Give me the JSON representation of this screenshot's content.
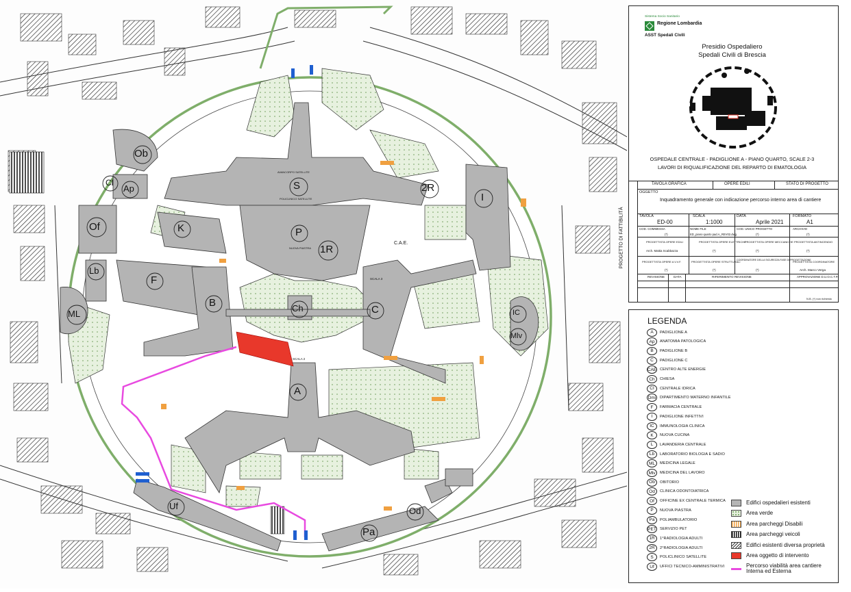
{
  "map_labels": {
    "S": "S",
    "P": "P",
    "R1": "1R",
    "R2": "2R",
    "I": "I",
    "K": "K",
    "F": "F",
    "B": "B",
    "Ch": "Ch",
    "C": "C",
    "A": "A",
    "ML": "ML",
    "Lb": "Lb",
    "Of": "Of",
    "Ob": "Ob",
    "Cl": "Cl",
    "Ap": "Ap",
    "IC": "IC",
    "Mlv": "Mlv",
    "Uf": "Uf",
    "Od": "Od",
    "Pa": "Pa",
    "CAE": "C.A.E.",
    "scala2": "SCALA 2",
    "scala3": "SCALA 3",
    "avancorpo": "AVANCORPO SATELLITE",
    "policlinico": "POLICLINICO SATELLITE",
    "nuova_piastra": "NUOVA PIASTRA"
  },
  "title_block": {
    "org_small": "Sistema Socio Sanitario",
    "org_region": "Regione Lombardia",
    "org_asst": "ASST Spedali Civili",
    "presidio_1": "Presidio Ospedaliero",
    "presidio_2": "Spedali Civili di Brescia",
    "project_1": "OSPEDALE CENTRALE - PADIGLIONE A - PIANO QUARTO, SCALE 2-3",
    "project_2": "LAVORI DI RIQUALIFICAZIONE DEL REPARTO DI EMATOLOGIA",
    "vertical": "PROGETTO DI FATTIBILITÀ",
    "h_tavola": "TAVOLA GRAFICA",
    "h_opere": "OPERE EDILI",
    "h_stato": "STATO DI PROGETTO",
    "oggetto_lab": "OGGETTO",
    "oggetto": "Inquadramento generale con indicazione percorso interno area di cantiere",
    "tavola_lab": "TAVOLA",
    "tavola": "ED-00",
    "scala_lab": "SCALA",
    "scala": "1:1000",
    "data_lab": "DATA",
    "data": "Aprile 2021",
    "formato_lab": "FORMATO",
    "formato": "A1",
    "commessa_lab": "COD. COMMESSA",
    "commessa": "(*)",
    "file_lab": "NOME FILE",
    "file": "ED_piano quarto pad.A_REV02.dwg",
    "codprog_lab": "COD. UNICO PROGETTO",
    "codprog": "(*)",
    "archivio_lab": "ARCHIVIO",
    "archivio": "(*)",
    "p1": "PROGETTISTA OPERE EDILI",
    "p1v": "Arch. Mattia Scabbazza",
    "p2": "PROGETTISTA OPERE ELETTRICHE",
    "p2v": "(*)",
    "p3": "PROGETTISTA OPERE MECCANICHE",
    "p3v": "(*)",
    "p4": "PROGETTISTA ANTINCENDIO",
    "p4v": "(*)",
    "p5": "PROGETTISTA OPERE A V.V.F.",
    "p5v": "(*)",
    "p6": "PROGETTISTA OPERE STRUTTURALI",
    "p6v": "(*)",
    "p7": "COORDINATORE DELLA SICUREZZA FASE DI PROGETTAZIONE",
    "p7v": "(*)",
    "p8": "PROGETTISTA COORDINATORE",
    "p8v": "Arch. Marco Verga",
    "rev": "REVISIONE",
    "rev_data": "DATA",
    "rev_rif": "RIFERIMENTO REVISIONE",
    "approv": "APPROVAZIONE D.U.O.C.T.P.",
    "note": "N.B. (*) non richiesto"
  },
  "legend": {
    "title": "LEGENDA",
    "codes": [
      {
        "code": "A",
        "name": "PADIGLIONE A"
      },
      {
        "code": "Ap",
        "name": "ANATOMIA PATOLOGICA"
      },
      {
        "code": "B",
        "name": "PADIGLIONE B"
      },
      {
        "code": "C",
        "name": "PADIGLIONE C"
      },
      {
        "code": "CAE",
        "name": "CENTRO ALTE ENERGIE"
      },
      {
        "code": "Ch",
        "name": "CHIESA"
      },
      {
        "code": "CI",
        "name": "CENTRALE IDRICA"
      },
      {
        "code": "Dmi",
        "name": "DIPARTIMENTO MATERNO INFANTILE"
      },
      {
        "code": "F",
        "name": "FARMACIA CENTRALE"
      },
      {
        "code": "I",
        "name": "PADIGLIONE INFETTIVI"
      },
      {
        "code": "IC",
        "name": "IMMUNOLOGIA CLINICA"
      },
      {
        "code": "K",
        "name": "NUOVA CUCINA"
      },
      {
        "code": "L",
        "name": "LAVANDERIA CENTRALE"
      },
      {
        "code": "Lb",
        "name": "LABORATORIO BIOLOGIA E SADIO"
      },
      {
        "code": "ML",
        "name": "MEDICINA LEGALE"
      },
      {
        "code": "Mlv",
        "name": "MEDICINA DEL LAVORO"
      },
      {
        "code": "Ob",
        "name": "OBITORIO"
      },
      {
        "code": "Od",
        "name": "CLINICA ODONTOIATRICA"
      },
      {
        "code": "Of",
        "name": "OFFICINE EX CENTRALE TERMICA"
      },
      {
        "code": "P",
        "name": "NUOVA PIASTRA"
      },
      {
        "code": "Pa",
        "name": "POLIAMBULATORIO"
      },
      {
        "code": "PET",
        "name": "SERVIZIO PET"
      },
      {
        "code": "1R",
        "name": "1°RADIOLOGIA ADULTI"
      },
      {
        "code": "2R",
        "name": "2°RADIOLOGIA ADULTI"
      },
      {
        "code": "S",
        "name": "POLICLINICO SATELLITE"
      },
      {
        "code": "Uf",
        "name": "UFFICI TECNICO-AMMINISTRATIVI"
      }
    ],
    "symbols": [
      {
        "label": "Edifici ospedalieri esistenti",
        "kind": "grey"
      },
      {
        "label": "Area verde",
        "kind": "green"
      },
      {
        "label": "Area parcheggi  Disabili",
        "kind": "orange"
      },
      {
        "label": "Area parcheggi veicoli",
        "kind": "black"
      },
      {
        "label": "Edifici esistenti diversa proprietà",
        "kind": "hatch"
      },
      {
        "label": "Area oggetto di intervento",
        "kind": "red"
      },
      {
        "label": "Percorso viabilità area cantiere",
        "label2": "Interna ed Esterna",
        "kind": "magenta"
      }
    ],
    "colors": {
      "building": "#b4b4b4",
      "green": "#e6f1de",
      "red": "#e8382b",
      "magenta": "#e84ae0",
      "ring": "#7fae6a",
      "parking": "#f0a040"
    }
  }
}
